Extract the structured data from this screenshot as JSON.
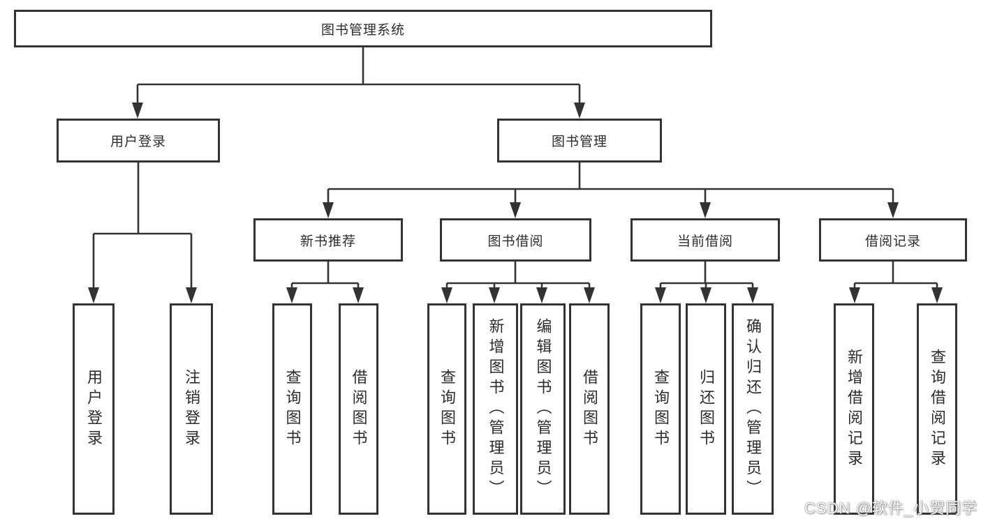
{
  "nodes": {
    "root": "图书管理系统",
    "user_login": "用户登录",
    "book_mgmt": "图书管理",
    "new_book": "新书推荐",
    "book_borrow": "图书借阅",
    "current_borrow": "当前借阅",
    "borrow_record": "借阅记录",
    "leaf_user_login": "用户登录",
    "leaf_logout": "注销登录",
    "leaf_nb_query": "查询图书",
    "leaf_nb_borrow": "借阅图书",
    "leaf_bb_query": "查询图书",
    "leaf_bb_add": "新增图书（管理员）",
    "leaf_bb_edit": "编辑图书（管理员）",
    "leaf_bb_borrow": "借阅图书",
    "leaf_cb_query": "查询图书",
    "leaf_cb_return": "归还图书",
    "leaf_cb_confirm": "确认归还（管理员）",
    "leaf_br_add": "新增借阅记录",
    "leaf_br_query": "查询借阅记录"
  },
  "watermark": "CSDN @软件_小贺同学",
  "colors": {
    "line": "#333333",
    "text": "#2c2c2c",
    "background": "#ffffff",
    "watermark_text": "#ffffff"
  }
}
